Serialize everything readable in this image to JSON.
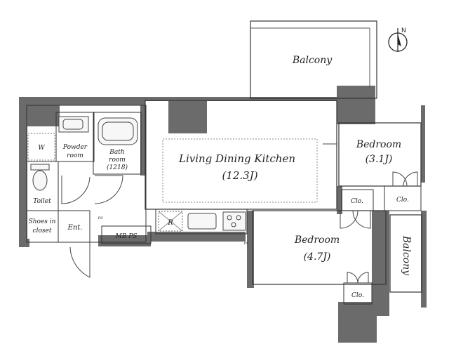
{
  "rooms": {
    "balcony_top": "Balcony",
    "balcony_right": "Balcony",
    "bedroom_small_label": "Bedroom",
    "bedroom_small_size": "(3.1J)",
    "bedroom_large_label": "Bedroom",
    "bedroom_large_size": "(4.7J)",
    "ldk_label": "Living Dining Kitchen",
    "ldk_size": "(12.3J)",
    "bath_label1": "Bath",
    "bath_label2": "room",
    "bath_label3": "(1218)",
    "powder_label1": "Powder",
    "powder_label2": "room",
    "toilet": "Toilet",
    "shoes1": "Shoes in",
    "shoes2": "closet",
    "entrance": "Ent.",
    "mbps": "MB PS",
    "fridge": "R",
    "washer": "W",
    "clo_a": "Clo.",
    "clo_b": "Clo.",
    "clo_c": "Clo.",
    "ps_a": "PS",
    "ps_b": "PS"
  },
  "colors": {
    "wall": "#6b6b6b",
    "line": "#333333"
  },
  "compass": {
    "label": "N"
  }
}
